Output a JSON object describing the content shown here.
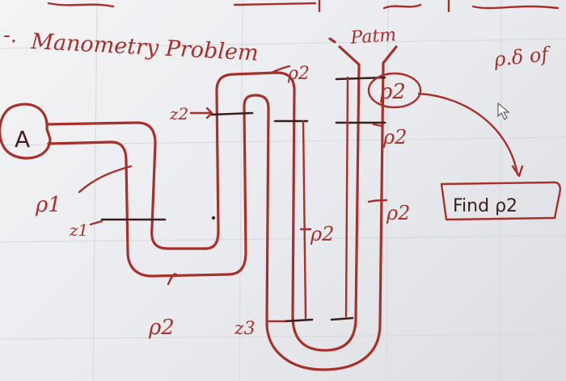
{
  "title": "Manometry Problem",
  "top_right_note": "ρ.δ of",
  "reservoir": "A",
  "labels": {
    "rho1": "ρ1",
    "rho2_near_bend": "ρ2",
    "rho2_top": "ρ2",
    "rho2_right_mid": "ρ2",
    "rho2_right_lower": "ρ2",
    "rho2_center": "ρ2",
    "rho2_circled": "ρ2",
    "patm": "Patm",
    "z1": "z1",
    "z2": "z2",
    "z3": "z3",
    "find": "Find ρ2"
  },
  "colors": {
    "ink": "#a8302c",
    "dark_ink": "#3b1d1a",
    "background": "#ecedef"
  }
}
